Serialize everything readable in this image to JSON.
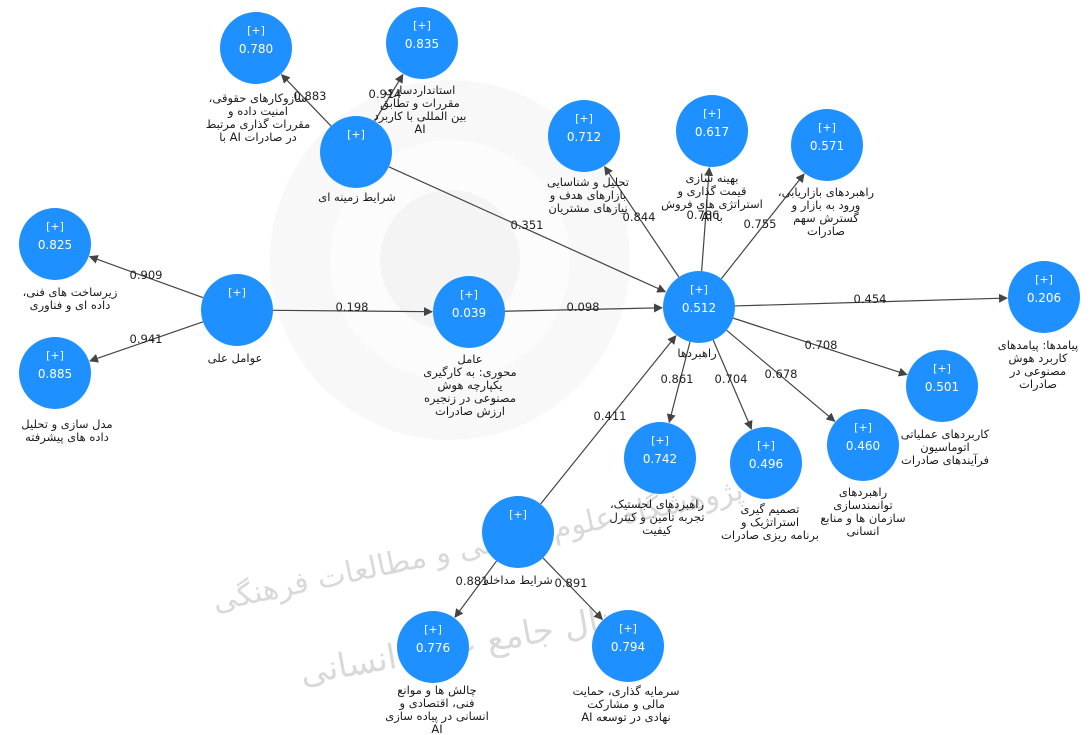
{
  "plus_marker": "[+]",
  "watermark": [
    "پژوهشگاه علوم انسانی و مطالعات فرهنگی",
    "پرتال جامع علوم انسانی"
  ],
  "nodes": [
    {
      "id": "legal",
      "value": "0.780",
      "label": [
        "سازوکارهای حقوقی،",
        "امنیت داده و",
        "مقررات گذاری مرتبط",
        "در صادرات AI با"
      ]
    },
    {
      "id": "standards",
      "value": "0.835",
      "label": [
        "استانداردسازی",
        "مقررات و تطابق",
        "بین المللی با کاربرد",
        "AI"
      ]
    },
    {
      "id": "context",
      "value": "",
      "label": [
        "شرایط زمینه ای"
      ]
    },
    {
      "id": "infra",
      "value": "0.825",
      "label": [
        "زیرساخت های فنی،",
        "داده ای و فناوری"
      ]
    },
    {
      "id": "modeling",
      "value": "0.885",
      "label": [
        "مدل سازی و تحلیل",
        "داده های پیشرفته"
      ]
    },
    {
      "id": "causal",
      "value": "",
      "label": [
        "عوامل علی"
      ]
    },
    {
      "id": "core",
      "value": "0.039",
      "label": [
        "عامل",
        "محوری: به کارگیری",
        "یکپارچه هوش",
        "مصنوعی در زنجیره",
        "ارزش صادرات"
      ]
    },
    {
      "id": "strategies",
      "value": "0.512",
      "label": [
        "راهبردها"
      ]
    },
    {
      "id": "market_analysis",
      "value": "0.712",
      "label": [
        "تحلیل و شناسایی",
        "بازارهای هدف و",
        "نیازهای مشتریان"
      ]
    },
    {
      "id": "pricing",
      "value": "0.617",
      "label": [
        "بهینه سازی",
        "قیمت گذاری و",
        "استراتژی های فروش",
        "با AI"
      ]
    },
    {
      "id": "marketing",
      "value": "0.571",
      "label": [
        "راهبردهای بازاریابی،",
        "ورود به بازار و",
        "گسترش سهم",
        "صادرات"
      ]
    },
    {
      "id": "outcomes",
      "value": "0.206",
      "label": [
        "پیامدها: پیامدهای",
        "کاربرد هوش",
        "مصنوعی در",
        "صادرات"
      ]
    },
    {
      "id": "operational",
      "value": "0.501",
      "label": [
        "کاربردهای عملیاتی",
        "اتوماسیون",
        "فرآیندهای صادرات"
      ]
    },
    {
      "id": "empower",
      "value": "0.460",
      "label": [
        "راهبردهای",
        "توانمندسازی",
        "سازمان ها و منابع",
        "انسانی"
      ]
    },
    {
      "id": "decision",
      "value": "0.496",
      "label": [
        "تصمیم گیری",
        "استراتژیک و",
        "برنامه ریزی صادرات"
      ]
    },
    {
      "id": "logistics",
      "value": "0.742",
      "label": [
        "راهبردهای لجستیک،",
        "تجربه تأمین و کنترل",
        "کیفیت"
      ]
    },
    {
      "id": "intervening",
      "value": "",
      "label": [
        "شرایط مداخله"
      ]
    },
    {
      "id": "challenges",
      "value": "0.776",
      "label": [
        "چالش ها و موانع",
        "فنی، اقتصادی و",
        "انسانی در پیاده سازی",
        "AI"
      ]
    },
    {
      "id": "investment",
      "value": "0.794",
      "label": [
        "سرمایه گذاری، حمایت",
        "مالی و مشارکت",
        "نهادی در توسعه AI"
      ]
    }
  ],
  "edges": [
    {
      "from": "context",
      "to": "legal",
      "weight": "0.883"
    },
    {
      "from": "context",
      "to": "standards",
      "weight": "0.914"
    },
    {
      "from": "context",
      "to": "strategies",
      "weight": "0.351"
    },
    {
      "from": "causal",
      "to": "infra",
      "weight": "0.909"
    },
    {
      "from": "causal",
      "to": "modeling",
      "weight": "0.941"
    },
    {
      "from": "causal",
      "to": "core",
      "weight": "0.198"
    },
    {
      "from": "core",
      "to": "strategies",
      "weight": "0.098"
    },
    {
      "from": "strategies",
      "to": "market_analysis",
      "weight": "0.844"
    },
    {
      "from": "strategies",
      "to": "pricing",
      "weight": "0.786"
    },
    {
      "from": "strategies",
      "to": "marketing",
      "weight": "0.755"
    },
    {
      "from": "strategies",
      "to": "outcomes",
      "weight": "0.454"
    },
    {
      "from": "strategies",
      "to": "operational",
      "weight": "0.708"
    },
    {
      "from": "strategies",
      "to": "empower",
      "weight": "0.678"
    },
    {
      "from": "strategies",
      "to": "decision",
      "weight": "0.704"
    },
    {
      "from": "strategies",
      "to": "logistics",
      "weight": "0.861"
    },
    {
      "from": "intervening",
      "to": "strategies",
      "weight": "0.411"
    },
    {
      "from": "intervening",
      "to": "challenges",
      "weight": "0.881"
    },
    {
      "from": "intervening",
      "to": "investment",
      "weight": "0.891"
    }
  ]
}
